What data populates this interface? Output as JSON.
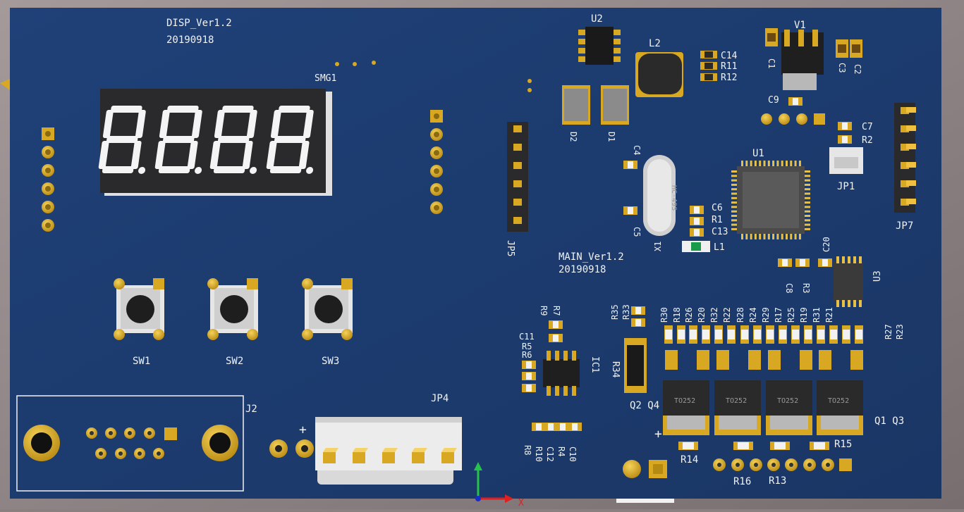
{
  "board": {
    "disp_name": "DISP_Ver1.2",
    "disp_date": "20190918",
    "main_name": "MAIN_Ver1.2",
    "main_date": "20190918"
  },
  "silk": {
    "smg1": "SMG1",
    "sw1": "SW1",
    "sw2": "SW2",
    "sw3": "SW3",
    "j2": "J2",
    "jp4": "JP4",
    "jp5": "JP5",
    "jp7": "JP7",
    "jp1": "JP1",
    "u1": "U1",
    "u2": "U2",
    "u3": "U3",
    "v1": "V1",
    "l1": "L1",
    "l2": "L2",
    "x1": "X1",
    "ic1": "IC1",
    "d1": "D1",
    "d2": "D2",
    "c1": "C1",
    "c2": "C2",
    "c3": "C3",
    "c4": "C4",
    "c5": "C5",
    "c6": "C6",
    "c7": "C7",
    "c8": "C8",
    "c9": "C9",
    "c10": "C10",
    "c11": "C11",
    "c12": "C12",
    "c13": "C13",
    "c14": "C14",
    "c20": "C20",
    "r1": "R1",
    "r2": "R2",
    "r3": "R3",
    "r4": "R4",
    "r5": "R5",
    "r6": "R6",
    "r7": "R7",
    "r8": "R8",
    "r9": "R9",
    "r10": "R10",
    "r11": "R11",
    "r12": "R12",
    "r13": "R13",
    "r14": "R14",
    "r15": "R15",
    "r16": "R16",
    "r33": "R33",
    "r34": "R34",
    "r35": "R35",
    "r27": "R27",
    "r23": "R23",
    "q2q4": "Q2 Q4",
    "q1q3": "Q1 Q3",
    "plus": "+",
    "crystal": "HC-49S",
    "resistor_row": [
      "R30",
      "R18",
      "R26",
      "R20",
      "R32",
      "R22",
      "R28",
      "R24",
      "R29",
      "R17",
      "R25",
      "R19",
      "R31",
      "R21"
    ],
    "to252": "TO252",
    "digits": "8.8.8.8."
  },
  "colors": {
    "board": "#1c3b6e",
    "pad": "#d8a822",
    "silk": "#f2f2f2"
  }
}
